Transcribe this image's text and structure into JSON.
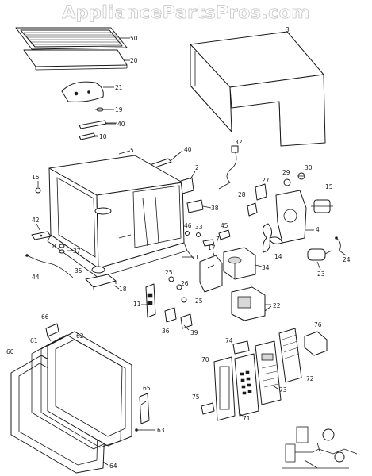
{
  "watermark": "AppliancePartsPros.com",
  "part_labels": [
    {
      "id": "p3",
      "text": "3"
    },
    {
      "id": "p50",
      "text": "50"
    },
    {
      "id": "p20",
      "text": "20"
    },
    {
      "id": "p21",
      "text": "21"
    },
    {
      "id": "p19",
      "text": "19"
    },
    {
      "id": "p40a",
      "text": "40"
    },
    {
      "id": "p10",
      "text": "10"
    },
    {
      "id": "p5",
      "text": "5"
    },
    {
      "id": "p40b",
      "text": "40"
    },
    {
      "id": "p32",
      "text": "32"
    },
    {
      "id": "p29",
      "text": "29"
    },
    {
      "id": "p30",
      "text": "30"
    },
    {
      "id": "p15b",
      "text": "15"
    },
    {
      "id": "p2",
      "text": "2"
    },
    {
      "id": "p28",
      "text": "28"
    },
    {
      "id": "p27",
      "text": "27"
    },
    {
      "id": "p15a",
      "text": "15"
    },
    {
      "id": "p38",
      "text": "38"
    },
    {
      "id": "p42",
      "text": "42"
    },
    {
      "id": "p46",
      "text": "46"
    },
    {
      "id": "p33",
      "text": "33"
    },
    {
      "id": "p7",
      "text": "7"
    },
    {
      "id": "p45",
      "text": "45"
    },
    {
      "id": "p4",
      "text": "4"
    },
    {
      "id": "p8",
      "text": "8"
    },
    {
      "id": "p37",
      "text": "37"
    },
    {
      "id": "p1",
      "text": "1"
    },
    {
      "id": "p17",
      "text": "17"
    },
    {
      "id": "p14",
      "text": "14"
    },
    {
      "id": "p24",
      "text": "24"
    },
    {
      "id": "p44",
      "text": "44"
    },
    {
      "id": "p35",
      "text": "35"
    },
    {
      "id": "p34",
      "text": "34"
    },
    {
      "id": "p23",
      "text": "23"
    },
    {
      "id": "p18",
      "text": "18"
    },
    {
      "id": "p25a",
      "text": "25"
    },
    {
      "id": "p26",
      "text": "26"
    },
    {
      "id": "p11",
      "text": "11"
    },
    {
      "id": "p25b",
      "text": "25"
    },
    {
      "id": "p22",
      "text": "22"
    },
    {
      "id": "p36",
      "text": "36"
    },
    {
      "id": "p39",
      "text": "39"
    },
    {
      "id": "p66",
      "text": "66"
    },
    {
      "id": "p76",
      "text": "76"
    },
    {
      "id": "p74",
      "text": "74"
    },
    {
      "id": "p62",
      "text": "62"
    },
    {
      "id": "p61",
      "text": "61"
    },
    {
      "id": "p60",
      "text": "60"
    },
    {
      "id": "p70",
      "text": "70"
    },
    {
      "id": "p72",
      "text": "72"
    },
    {
      "id": "p65",
      "text": "65"
    },
    {
      "id": "p73",
      "text": "73"
    },
    {
      "id": "p75",
      "text": "75"
    },
    {
      "id": "p71",
      "text": "71"
    },
    {
      "id": "p63",
      "text": "63"
    },
    {
      "id": "p64",
      "text": "64"
    }
  ]
}
